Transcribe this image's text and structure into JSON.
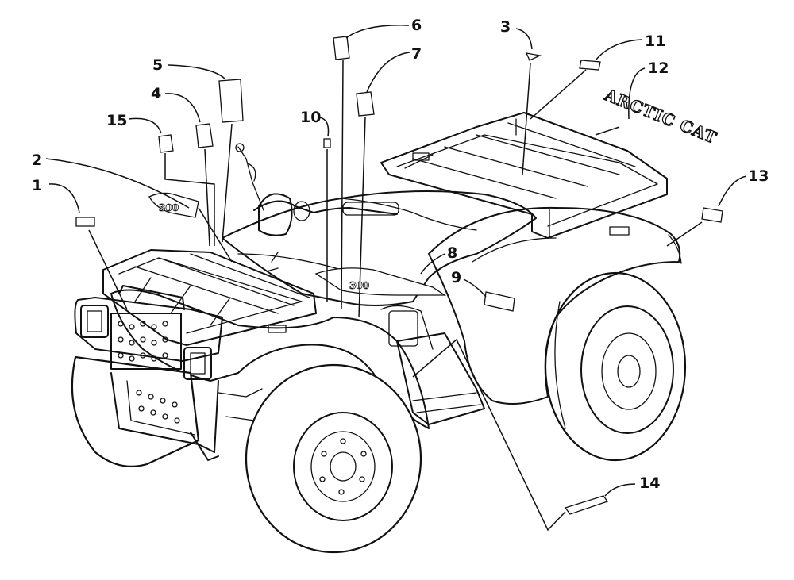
{
  "diagram": {
    "callouts": [
      {
        "id": "1",
        "label": "1"
      },
      {
        "id": "2",
        "label": "2"
      },
      {
        "id": "3",
        "label": "3"
      },
      {
        "id": "4",
        "label": "4"
      },
      {
        "id": "5",
        "label": "5"
      },
      {
        "id": "6",
        "label": "6"
      },
      {
        "id": "7",
        "label": "7"
      },
      {
        "id": "8",
        "label": "8"
      },
      {
        "id": "9",
        "label": "9"
      },
      {
        "id": "10",
        "label": "10"
      },
      {
        "id": "11",
        "label": "11"
      },
      {
        "id": "12",
        "label": "12"
      },
      {
        "id": "13",
        "label": "13"
      },
      {
        "id": "14",
        "label": "14"
      },
      {
        "id": "15",
        "label": "15"
      }
    ],
    "brand_decal_text": "ARCTIC CAT",
    "model_decal_text": "300",
    "side_decal_text": "300"
  }
}
